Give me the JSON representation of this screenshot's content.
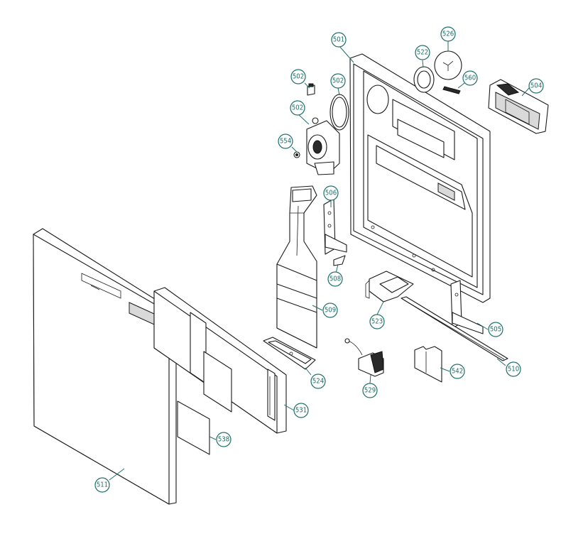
{
  "diagram": {
    "callouts": [
      {
        "id": "501",
        "label": "501"
      },
      {
        "id": "502a",
        "label": "502"
      },
      {
        "id": "502b",
        "label": "502"
      },
      {
        "id": "502c",
        "label": "502"
      },
      {
        "id": "504",
        "label": "504"
      },
      {
        "id": "505",
        "label": "505"
      },
      {
        "id": "506",
        "label": "506"
      },
      {
        "id": "508",
        "label": "508"
      },
      {
        "id": "509",
        "label": "509"
      },
      {
        "id": "510",
        "label": "510"
      },
      {
        "id": "511",
        "label": "511"
      },
      {
        "id": "522",
        "label": "522"
      },
      {
        "id": "523",
        "label": "523"
      },
      {
        "id": "524",
        "label": "524"
      },
      {
        "id": "526",
        "label": "526"
      },
      {
        "id": "529",
        "label": "529"
      },
      {
        "id": "531",
        "label": "531"
      },
      {
        "id": "538",
        "label": "538"
      },
      {
        "id": "542",
        "label": "542"
      },
      {
        "id": "554",
        "label": "554"
      },
      {
        "id": "560",
        "label": "560"
      }
    ]
  },
  "colors": {
    "callout": "#1e6f6a",
    "line": "#1a1a1a",
    "background": "#ffffff"
  }
}
